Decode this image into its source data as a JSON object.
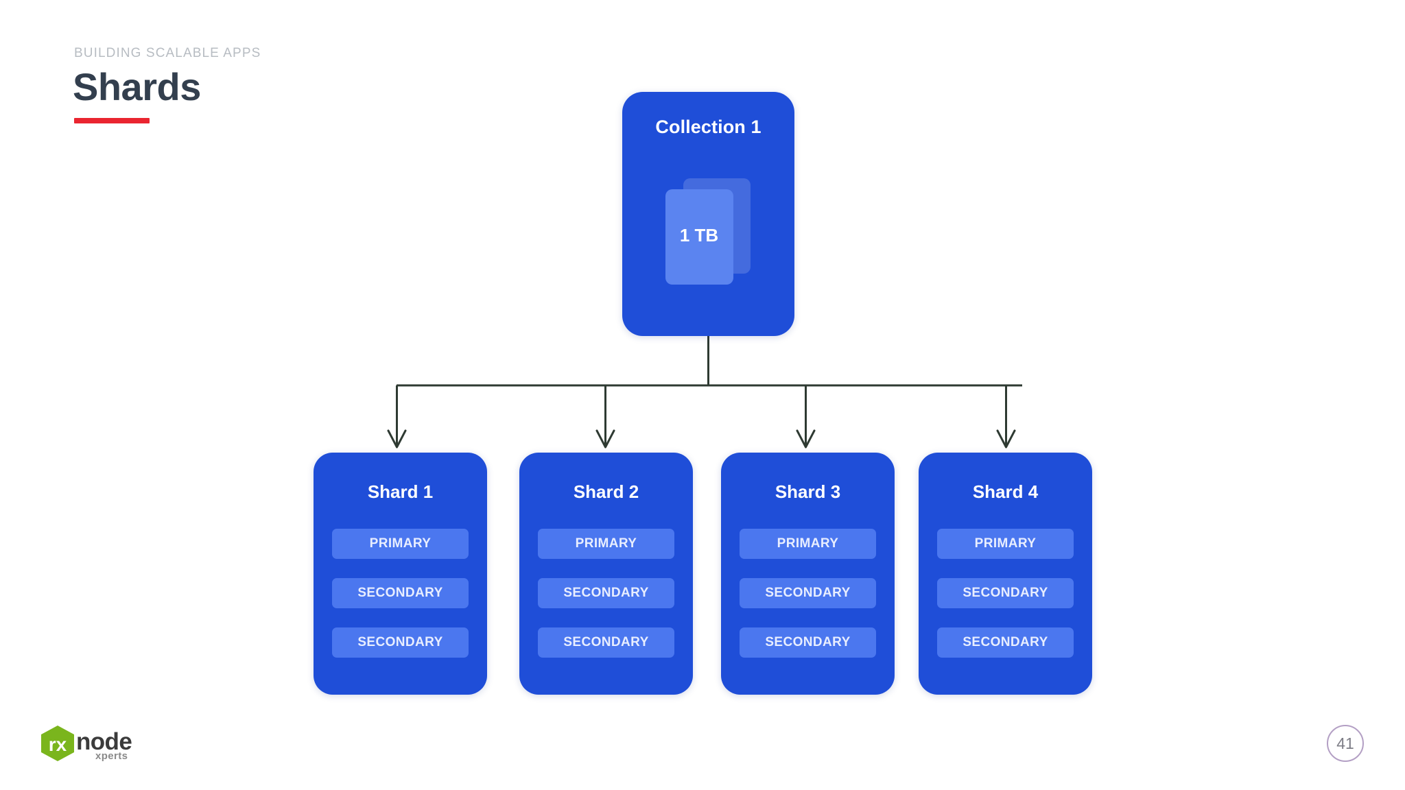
{
  "slide": {
    "eyebrow": "BUILDING SCALABLE APPS",
    "title": "Shards",
    "page_number": "41",
    "accent_rule_color": "#EA2530",
    "title_color": "#333F4E",
    "background_color": "#FFFFFF"
  },
  "logo": {
    "word": "node",
    "sub": "xperts",
    "mark_letters": "rx",
    "mark_color": "#7AB51D"
  },
  "diagram": {
    "node_color": "#1F4ED8",
    "pill_color": "#4B77EF",
    "card_color": "#5B84F0",
    "connector_color": "#2E3A32",
    "collection": {
      "title": "Collection 1",
      "size_label": "1 TB"
    },
    "shards": [
      {
        "title": "Shard 1",
        "members": [
          "PRIMARY",
          "SECONDARY",
          "SECONDARY"
        ]
      },
      {
        "title": "Shard 2",
        "members": [
          "PRIMARY",
          "SECONDARY",
          "SECONDARY"
        ]
      },
      {
        "title": "Shard 3",
        "members": [
          "PRIMARY",
          "SECONDARY",
          "SECONDARY"
        ]
      },
      {
        "title": "Shard 4",
        "members": [
          "PRIMARY",
          "SECONDARY",
          "SECONDARY"
        ]
      }
    ]
  }
}
